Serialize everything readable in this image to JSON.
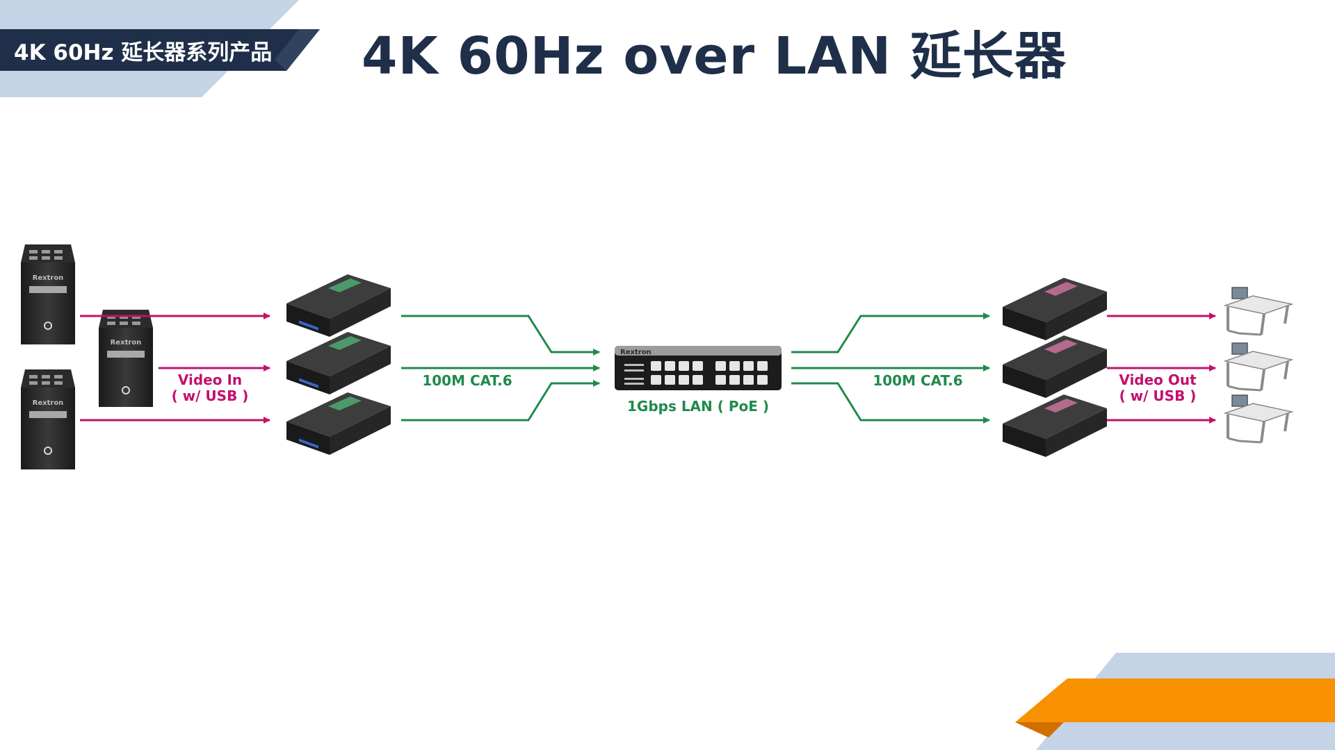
{
  "header": {
    "tag_text": "4K 60Hz 延长器系列产品",
    "title": "4K 60Hz over LAN 延长器"
  },
  "diagram": {
    "source_brand": "Rextron",
    "switch_brand": "Rextron",
    "video_in_line1": "Video In",
    "video_in_line2": "( w/ USB )",
    "cable_left": "100M CAT.6",
    "cable_right": "100M CAT.6",
    "switch_label": "1Gbps LAN ( PoE )",
    "video_out_line1": "Video Out",
    "video_out_line2": "( w/ USB )"
  },
  "colors": {
    "navy": "#1f2f49",
    "light_blue": "#c5d3e6",
    "orange": "#f79100",
    "magenta": "#c1116e",
    "green": "#1f8a4c",
    "device_dark": "#2a2a2a"
  }
}
